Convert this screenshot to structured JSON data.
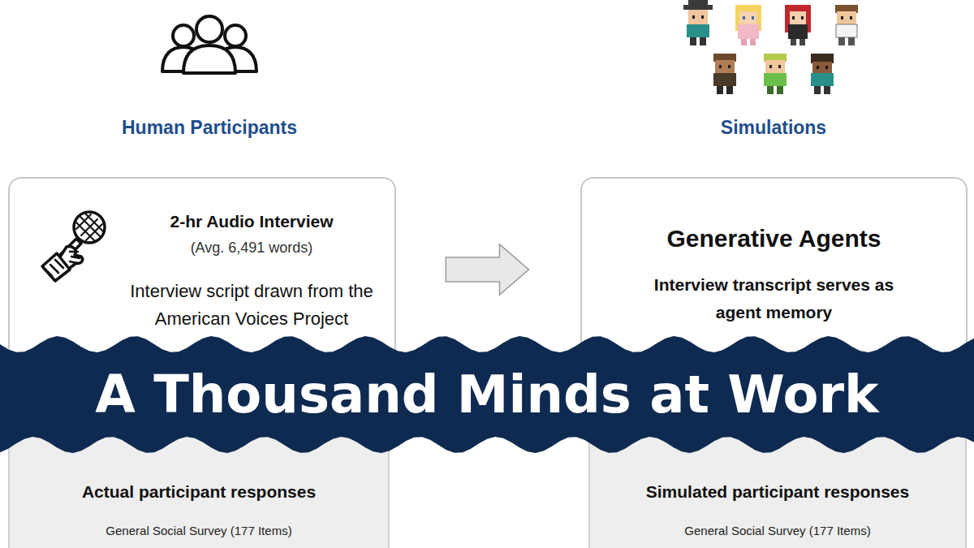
{
  "diagram": {
    "nodes": [
      {
        "text": [
          "2-hr Audio Interview",
          "(Avg. 6,491 words)",
          "Interview script drawn from the American Voices Project"
        ]
      },
      {
        "text": [
          "Generative Agents",
          "Interview transcript serves as agent memory"
        ]
      },
      {
        "text": [
          "A Thousand Minds at Work"
        ]
      },
      {
        "text": [
          "Actual participant responses",
          "General Social Survey (177 Items)"
        ]
      },
      {
        "text": [
          "Simulated participant responses",
          "General Social Survey (177 Items)"
        ]
      }
    ],
    "edges": [
      {
        "from": 0,
        "to": 1,
        "arrow": "to"
      }
    ],
    "labels": [
      "Human Participants",
      "Simulations"
    ]
  }
}
